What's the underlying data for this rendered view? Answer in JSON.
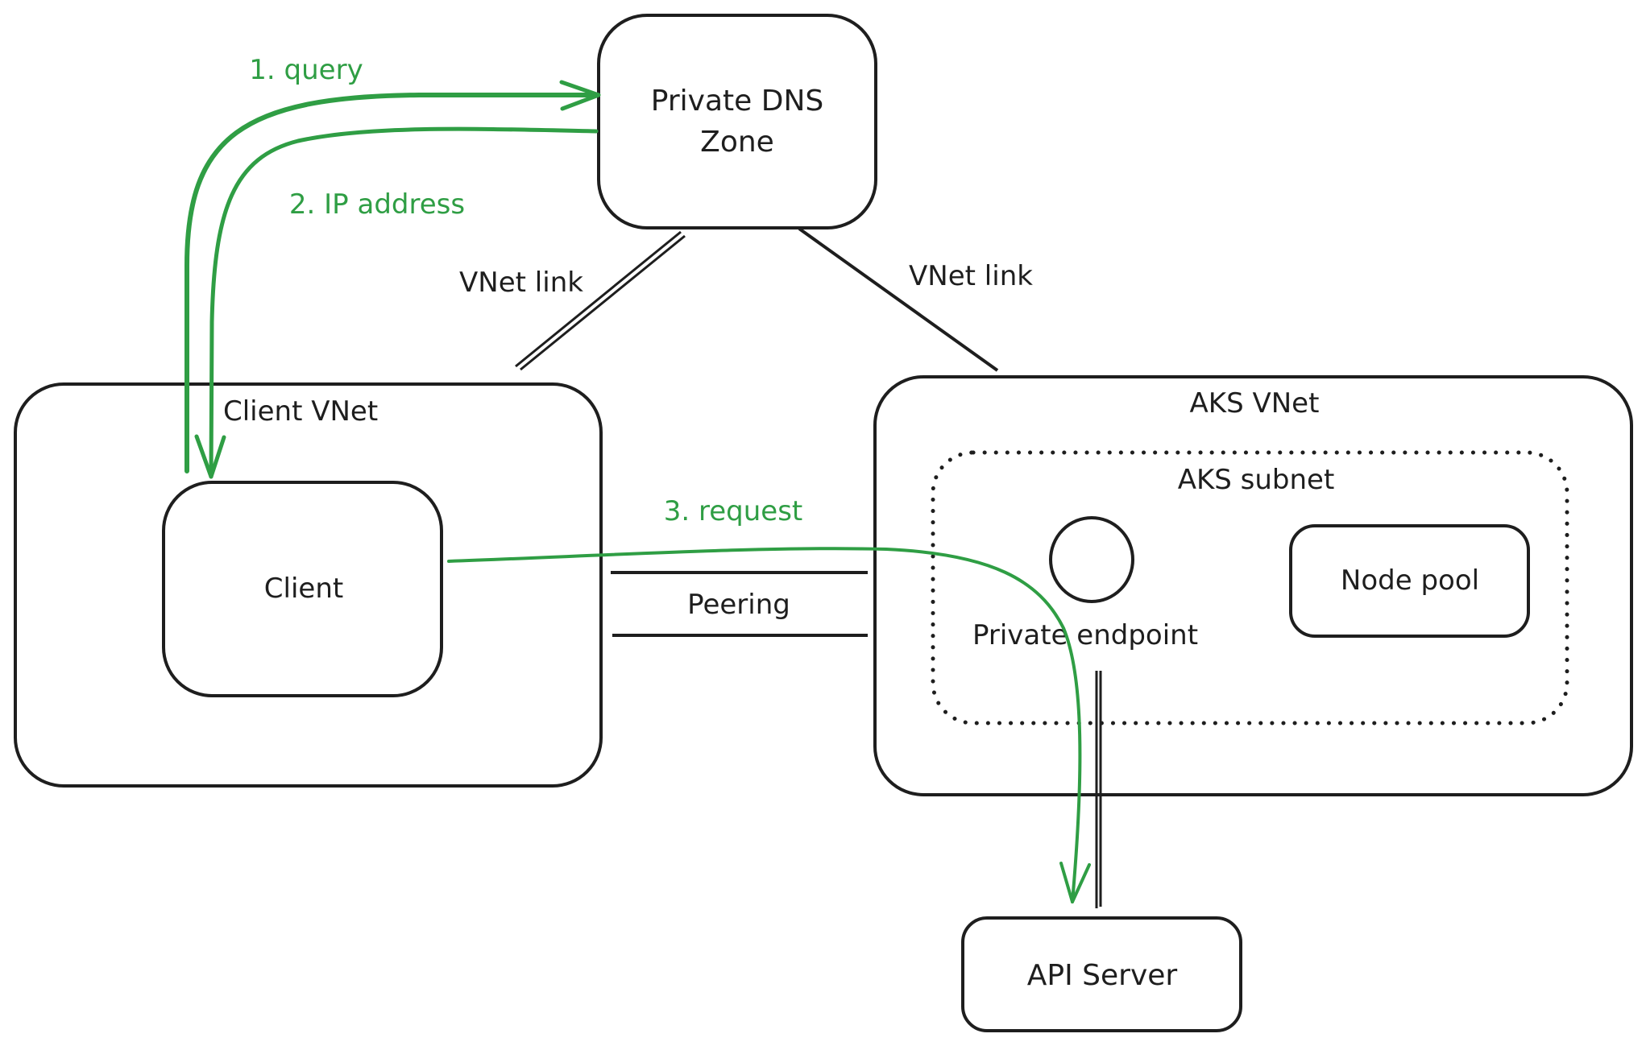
{
  "diagram": {
    "title": "AKS private cluster DNS resolution flow",
    "colors": {
      "stroke": "#1e1e1e",
      "flow": "#2f9e44",
      "background": "#ffffff"
    },
    "nodes": {
      "dns_zone": {
        "line1": "Private DNS",
        "line2": "Zone"
      },
      "client_vnet": {
        "label": "Client VNet"
      },
      "client": {
        "label": "Client"
      },
      "aks_vnet": {
        "label": "AKS VNet"
      },
      "aks_subnet": {
        "label": "AKS subnet",
        "border": "dotted"
      },
      "private_endpoint": {
        "label": "Private endpoint",
        "shape": "circle"
      },
      "node_pool": {
        "label": "Node pool"
      },
      "api_server": {
        "label": "API Server"
      }
    },
    "connections": {
      "vnet_link_client": {
        "label": "VNet link",
        "from": "Private DNS Zone",
        "to": "Client VNet"
      },
      "vnet_link_aks": {
        "label": "VNet link",
        "from": "Private DNS Zone",
        "to": "AKS VNet"
      },
      "peering": {
        "label": "Peering",
        "from": "Client VNet",
        "to": "AKS VNet"
      },
      "endpoint_to_api": {
        "from": "Private endpoint",
        "to": "API Server"
      }
    },
    "flows": [
      {
        "step": 1,
        "label": "1. query",
        "from": "Client",
        "to": "Private DNS Zone"
      },
      {
        "step": 2,
        "label": "2. IP address",
        "from": "Private DNS Zone",
        "to": "Client"
      },
      {
        "step": 3,
        "label": "3. request",
        "from": "Client",
        "to": "API Server"
      }
    ]
  }
}
